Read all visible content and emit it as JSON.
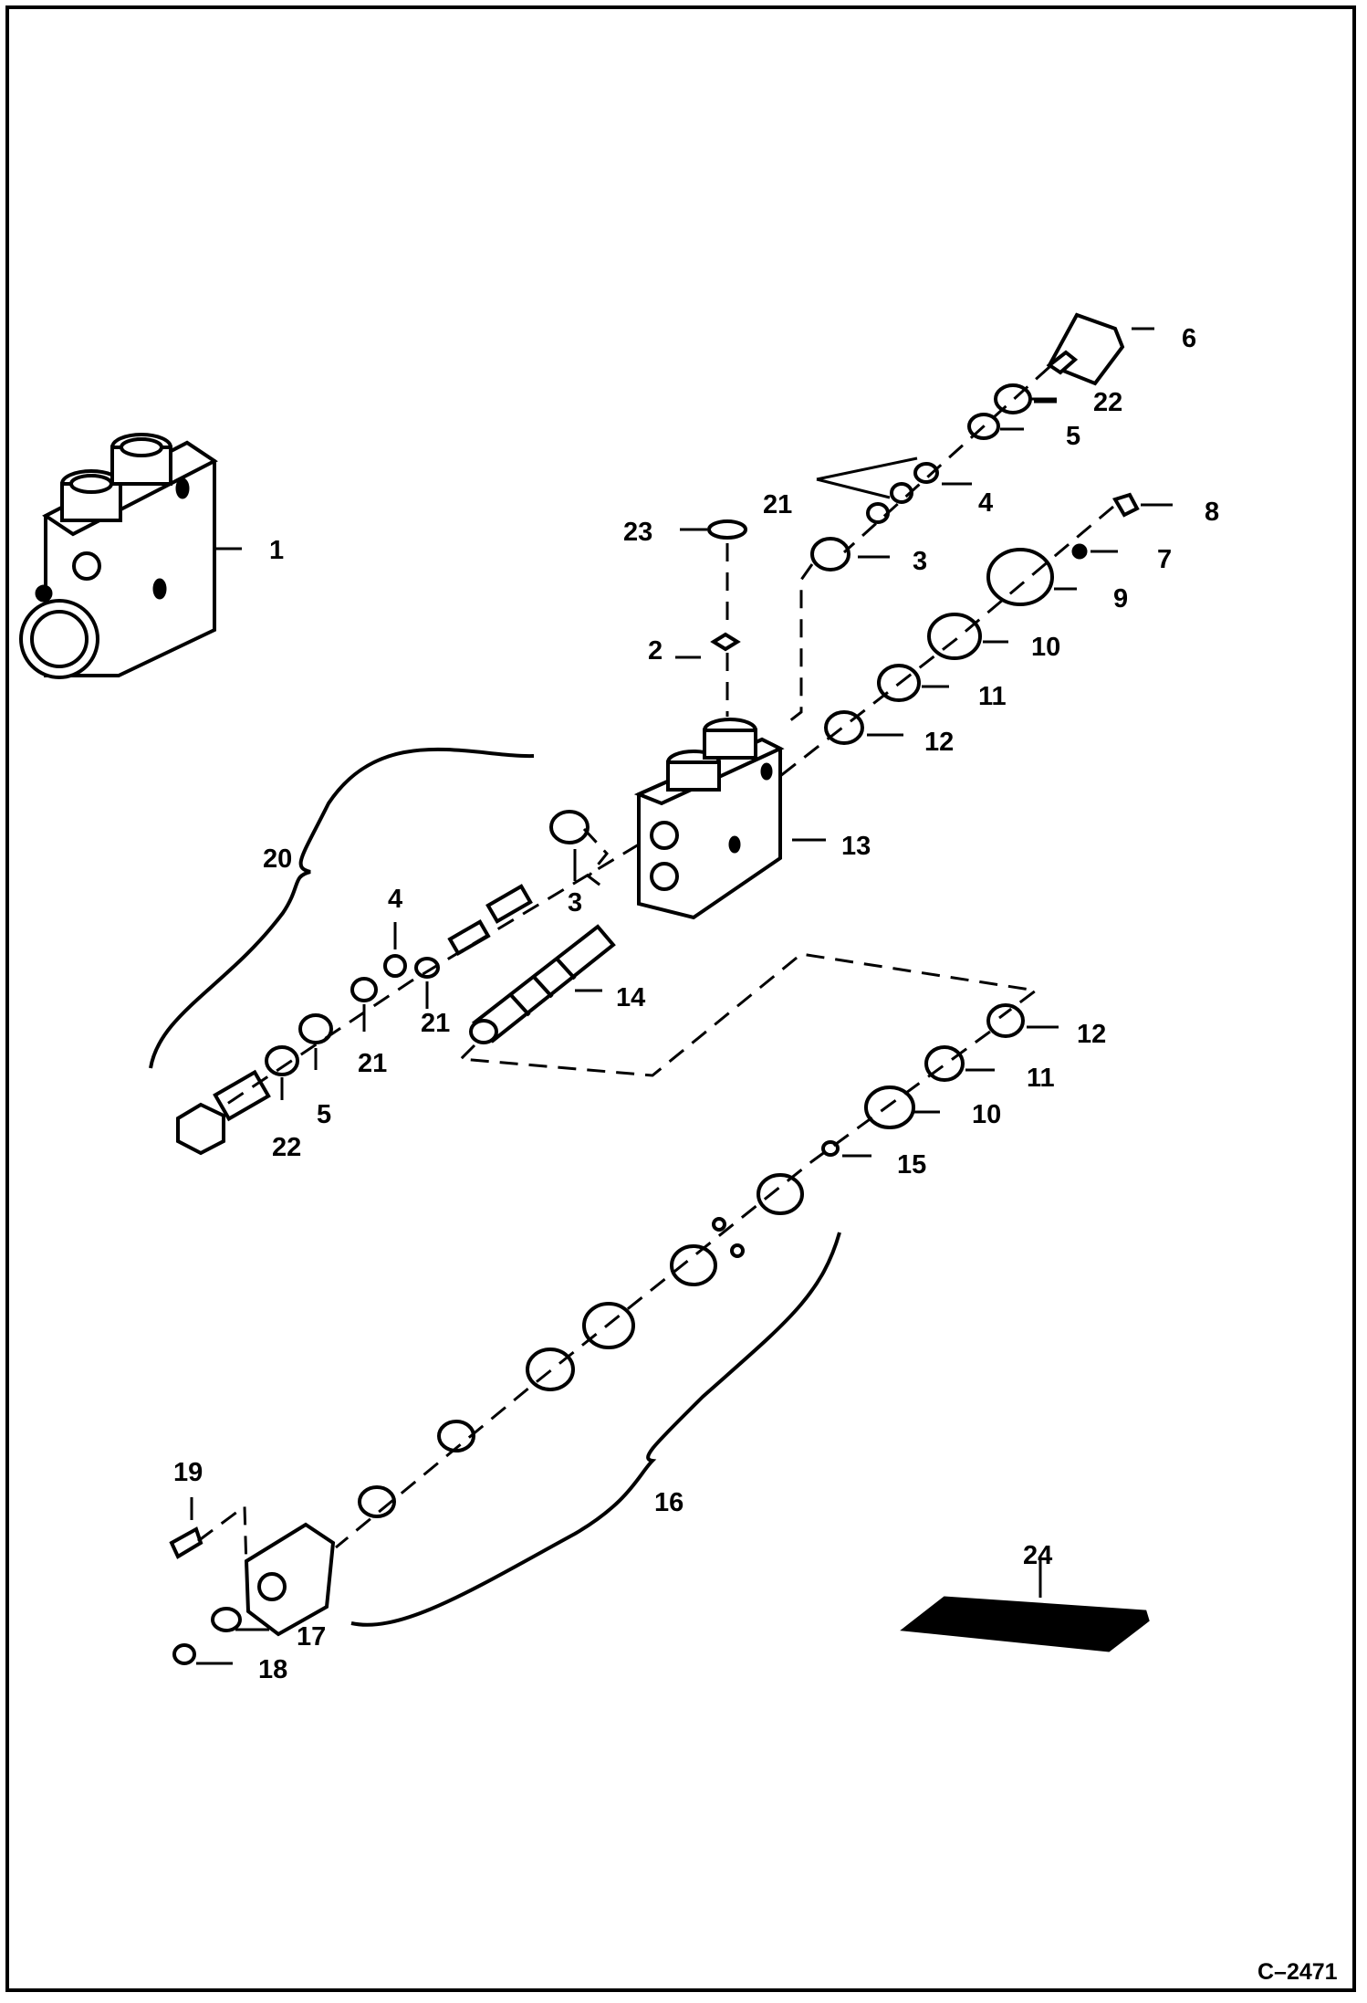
{
  "reference_code": "C–2471",
  "callouts": [
    "1",
    "2",
    "3",
    "3",
    "4",
    "4",
    "5",
    "5",
    "6",
    "7",
    "8",
    "9",
    "10",
    "10",
    "11",
    "11",
    "12",
    "12",
    "13",
    "14",
    "15",
    "16",
    "17",
    "18",
    "19",
    "20",
    "21",
    "21",
    "21",
    "22",
    "22",
    "23",
    "24"
  ]
}
